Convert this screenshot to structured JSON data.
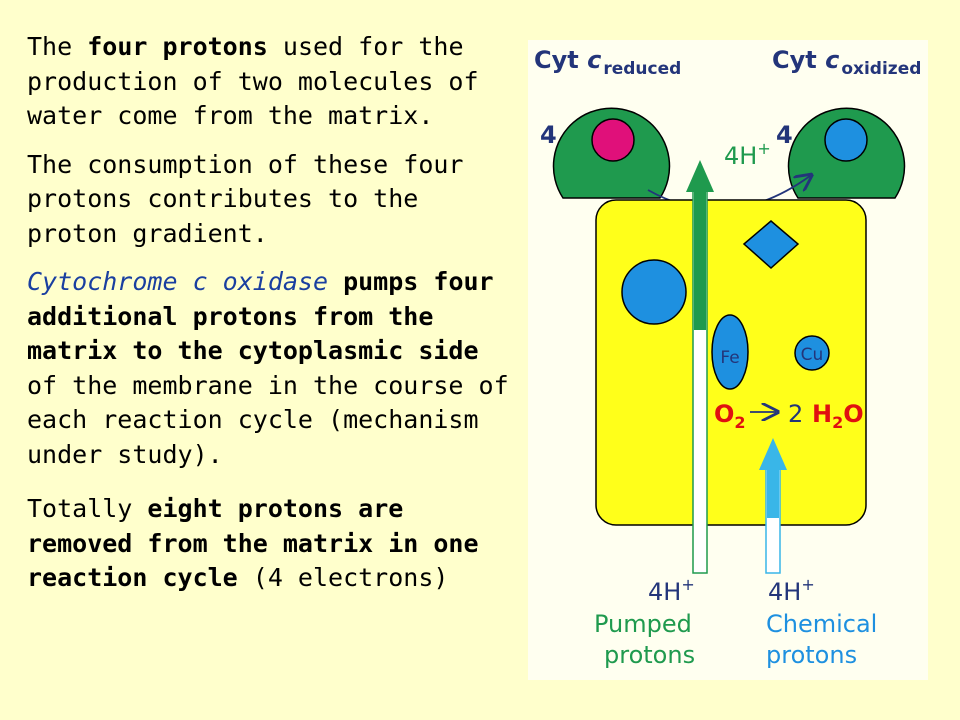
{
  "paragraphs": {
    "p1": {
      "t1": "The ",
      "b1": "four protons",
      "t2": " used for the production of two molecules of water come from the matrix."
    },
    "p2": {
      "t1": "The consumption of these four protons contributes to the proton gradient."
    },
    "p3": {
      "i1": "Cytochrome c oxidase",
      "b1": " pumps four additional protons from the matrix to the cytoplasmic side",
      "t1": " of the membrane in the course of each reaction cycle (mechanism under study)."
    },
    "p4": {
      "t1": "Totally ",
      "b1": "eight protons are removed from the matrix in one reaction cycle",
      "t2": " (4 electrons)"
    }
  },
  "diagram": {
    "cyt_reduced": {
      "prefix": "Cyt ",
      "c": "c",
      "sub": "reduced",
      "count": "4"
    },
    "cyt_oxidized": {
      "prefix": "Cyt ",
      "c": "c",
      "sub": "oxidized",
      "count": "4"
    },
    "top_arrow_label": "4H",
    "plus": "+",
    "fe_label": "Fe",
    "cu_label": "Cu",
    "reaction": {
      "o2_main": "O",
      "o2_sub": "2",
      "coef": "2",
      "h2o_h": "H",
      "h2o_sub": "2",
      "h2o_o": "O"
    },
    "pumped": {
      "h": "4H",
      "plus": "+",
      "line1": "Pumped",
      "line2": "protons"
    },
    "chemical": {
      "h": "4H",
      "plus": "+",
      "line1": "Chemical",
      "line2": "protons"
    },
    "colors": {
      "green": "#1f9a4e",
      "yellow": "#ffff1a",
      "blue": "#1e90e0",
      "magenta": "#e0107a",
      "red": "#e01010",
      "navy": "#23357a",
      "pumped_arrow": "#1f9a4e",
      "chemical_arrow": "#39b6e8"
    }
  }
}
